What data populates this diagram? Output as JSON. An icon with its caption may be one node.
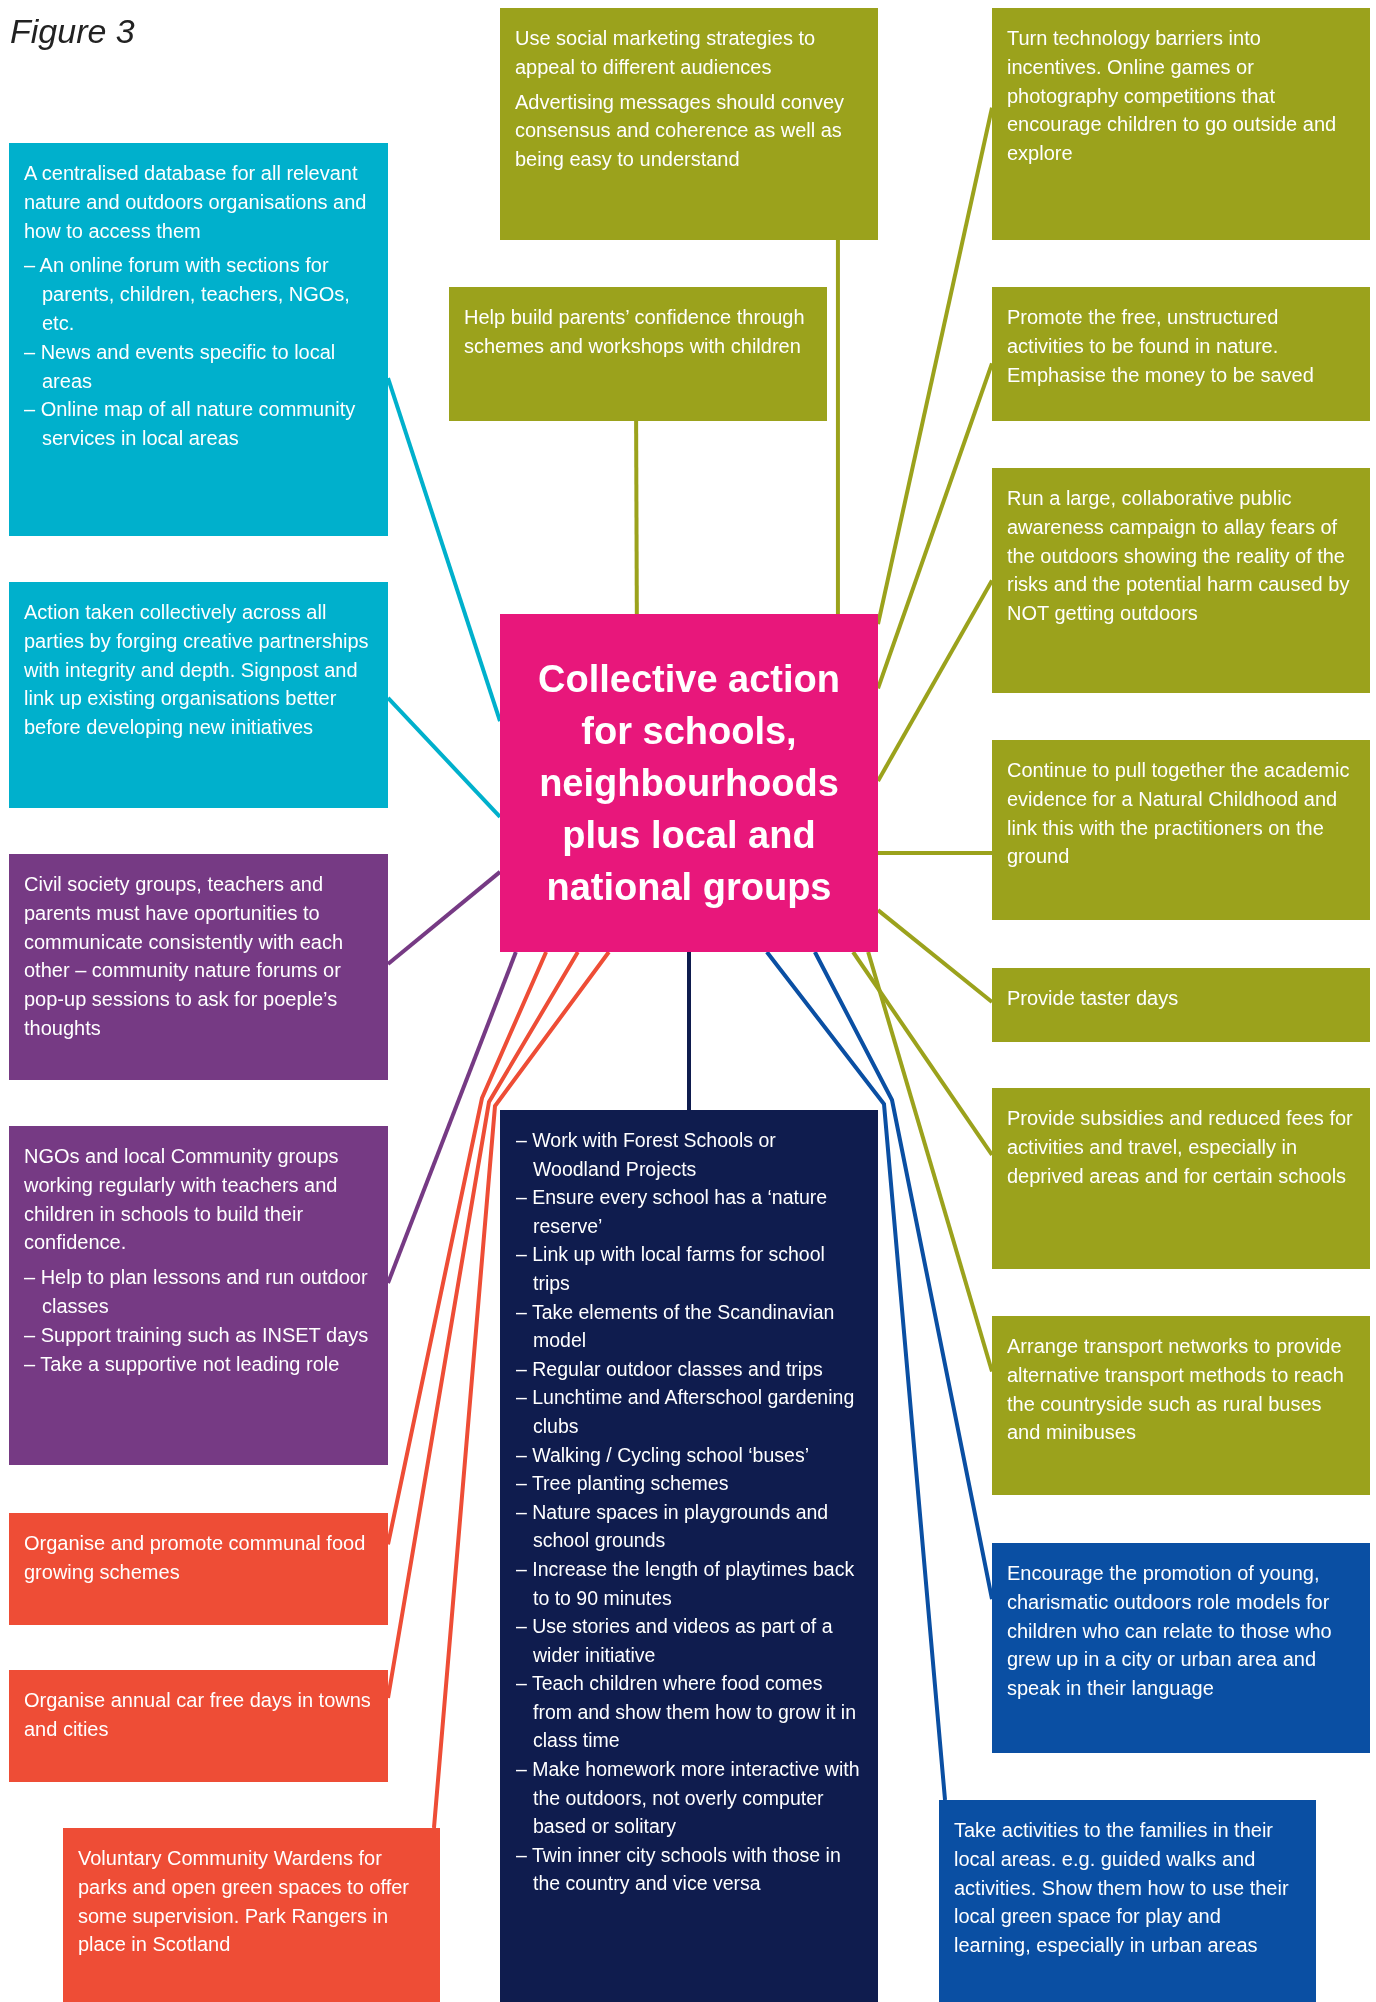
{
  "diagram": {
    "nodes": [
      {
        "text": [
          "Collective action for schools, neighbourhoods plus local and national groups"
        ]
      },
      {
        "text": [
          "A centralised database for all relevant nature and outdoors organisations and how to access them",
          "– An online forum with sections for parents, children, teachers, NGOs, etc.",
          "– News and events specific to local areas",
          "– Online map of all nature community services in local areas"
        ]
      },
      {
        "text": [
          "Action taken collectively across all parties by forging creative partnerships with integrity and depth. Signpost and link up existing organisations better before developing new initiatives"
        ]
      },
      {
        "text": [
          "Civil society groups, teachers and parents must have oportunities to communicate consistently with each other – community nature forums or pop-up sessions to ask for poeple’s thoughts"
        ]
      },
      {
        "text": [
          "NGOs and local Community groups working regularly with teachers and children in schools to build their confidence.",
          "– Help to plan lessons and run outdoor classes",
          "– Support training such as INSET days",
          "– Take a supportive not leading role"
        ]
      },
      {
        "text": [
          "Organise and promote communal food growing schemes"
        ]
      },
      {
        "text": [
          "Organise annual car free days in towns and cities"
        ]
      },
      {
        "text": [
          "Voluntary Community Wardens for parks and open green spaces to offer some supervision. Park Rangers in place in Scotland"
        ]
      },
      {
        "text": [
          "Use social marketing strategies to appeal to different audiences",
          "Advertising messages should convey consensus and coherence as well as being easy to understand"
        ]
      },
      {
        "text": [
          "Help build parents’ confidence through schemes and workshops with children"
        ]
      },
      {
        "text": [
          "Turn technology barriers into incentives. Online games or photography competitions that encourage children to go outside and explore"
        ]
      },
      {
        "text": [
          "Promote the free, unstructured activities to be found in nature. Emphasise the money to be saved"
        ]
      },
      {
        "text": [
          "Run a large, collaborative public awareness campaign to allay fears of the outdoors showing the reality of the risks and the potential harm caused by NOT getting outdoors"
        ]
      },
      {
        "text": [
          "Continue to pull together the academic evidence for a Natural Childhood and link this with the practitioners on the ground"
        ]
      },
      {
        "text": [
          "Provide taster days"
        ]
      },
      {
        "text": [
          "Provide subsidies and reduced fees for activities and travel, especially in deprived areas and for certain schools"
        ]
      },
      {
        "text": [
          "Arrange transport networks to provide alternative transport methods to reach the countryside such as rural buses and minibuses"
        ]
      },
      {
        "text": [
          "Encourage the promotion of young, charismatic outdoors role models for children who can relate to those who grew up in a city or urban area and speak in their language"
        ]
      },
      {
        "text": [
          "Take activities to the families in their local areas. e.g. guided walks and activities. Show them how to use their local green space for play and learning, especially in urban areas"
        ]
      },
      {
        "text": [
          "– Work with Forest Schools or Woodland Projects",
          "– Ensure every school has a ‘nature reserve’",
          "– Link up with local farms for school trips",
          "– Take elements of the Scandinavian model",
          "– Regular outdoor classes and trips",
          "– Lunchtime and Afterschool gardening clubs",
          "– Walking / Cycling school ‘buses’",
          "– Tree planting schemes",
          "– Nature spaces in playgrounds and school grounds",
          "– Increase the length of playtimes back to to 90 minutes",
          "– Use stories and videos as part of a wider initiative",
          "– Teach children where food comes from and show them how to grow it in class time",
          "– Make homework more interactive with the outdoors, not overly computer based or solitary",
          "– Twin inner city schools with those in the country and vice versa"
        ]
      }
    ],
    "edges": [
      {
        "from": 0,
        "to": 1,
        "arrow": "none",
        "color": "#00b0cc"
      },
      {
        "from": 0,
        "to": 2,
        "arrow": "none",
        "color": "#00b0cc"
      },
      {
        "from": 0,
        "to": 3,
        "arrow": "none",
        "color": "#763a84"
      },
      {
        "from": 0,
        "to": 4,
        "arrow": "none",
        "color": "#763a84"
      },
      {
        "from": 0,
        "to": 5,
        "arrow": "none",
        "color": "#ee4d36"
      },
      {
        "from": 0,
        "to": 6,
        "arrow": "none",
        "color": "#ee4d36"
      },
      {
        "from": 0,
        "to": 7,
        "arrow": "none",
        "color": "#ee4d36"
      },
      {
        "from": 0,
        "to": 19,
        "arrow": "none",
        "color": "#0f1c4e"
      },
      {
        "from": 0,
        "to": 18,
        "arrow": "none",
        "color": "#0a4fa3"
      },
      {
        "from": 0,
        "to": 17,
        "arrow": "none",
        "color": "#0a4fa3"
      },
      {
        "from": 0,
        "to": 9,
        "arrow": "none"
      },
      {
        "from": 0,
        "to": 8,
        "arrow": "none"
      },
      {
        "from": 0,
        "to": 10,
        "arrow": "none"
      },
      {
        "from": 0,
        "to": 11,
        "arrow": "none"
      },
      {
        "from": 0,
        "to": 12,
        "arrow": "none"
      },
      {
        "from": 0,
        "to": 13,
        "arrow": "none"
      },
      {
        "from": 0,
        "to": 14,
        "arrow": "none"
      },
      {
        "from": 0,
        "to": 15,
        "arrow": "none"
      },
      {
        "from": 0,
        "to": 16,
        "arrow": "none"
      }
    ],
    "labels": [
      "Figure 3"
    ]
  }
}
